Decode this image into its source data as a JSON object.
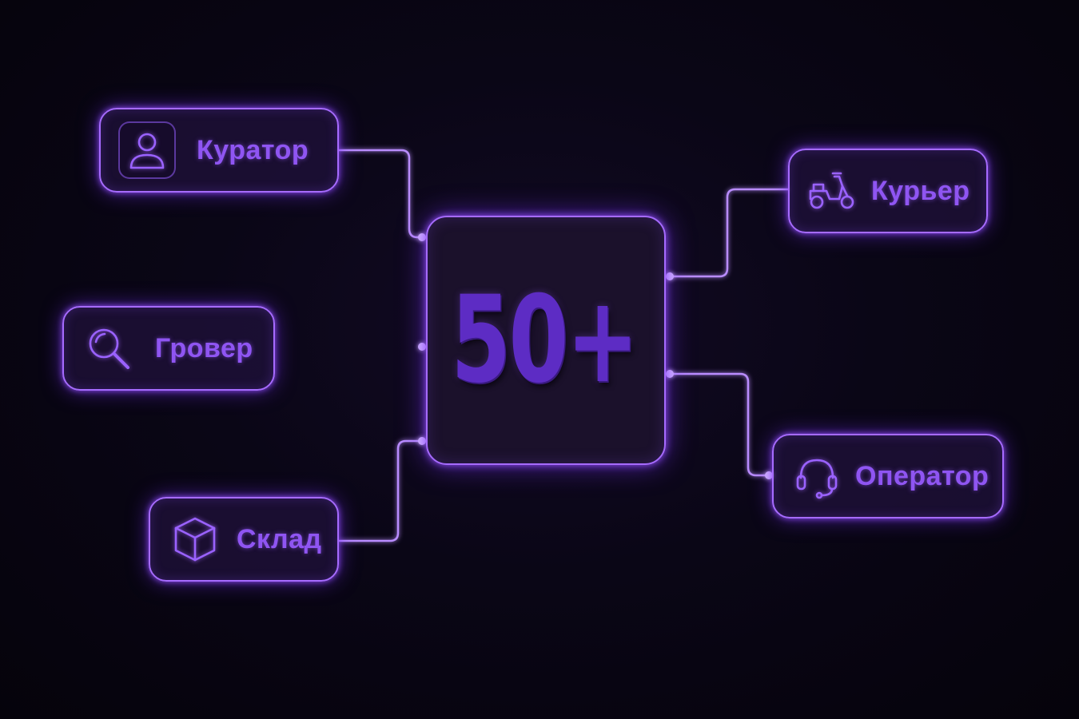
{
  "center": {
    "value": "50+"
  },
  "roles": [
    {
      "id": "curator",
      "label": "Куратор",
      "icon": "user-icon"
    },
    {
      "id": "grover",
      "label": "Гровер",
      "icon": "search-icon"
    },
    {
      "id": "warehouse",
      "label": "Склад",
      "icon": "box-icon"
    },
    {
      "id": "courier",
      "label": "Курьер",
      "icon": "scooter-icon"
    },
    {
      "id": "operator",
      "label": "Оператор",
      "icon": "headset-icon"
    }
  ],
  "colors": {
    "background": "#07040f",
    "neon": "#a66bff",
    "text": "#8f55f2"
  }
}
